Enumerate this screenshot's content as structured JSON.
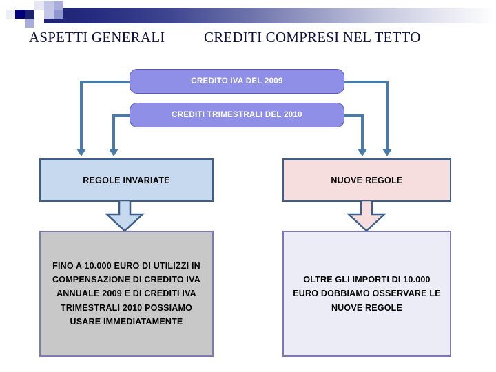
{
  "slide": {
    "title_left": "ASPETTI GENERALI",
    "title_right": "CREDITI COMPRESI NEL TETTO"
  },
  "capsules": [
    {
      "id": "credito-iva-2009",
      "label": "CREDITO IVA DEL 2009"
    },
    {
      "id": "crediti-trimestrali-2010",
      "label": "CREDITI TRIMESTRALI DEL 2010"
    }
  ],
  "mid_boxes": [
    {
      "id": "regole-invariate",
      "label": "REGOLE INVARIATE"
    },
    {
      "id": "nuove-regole",
      "label": "NUOVE REGOLE"
    }
  ],
  "bottom_boxes": [
    {
      "id": "fino-a-10000",
      "label": "FINO A 10.000 EURO DI UTILIZZI IN COMPENSAZIONE DI CREDITO IVA ANNUALE 2009 E DI CREDITI IVA TRIMESTRALI 2010 POSSIAMO USARE IMMEDIATAMENTE"
    },
    {
      "id": "oltre-10000",
      "label": "OLTRE GLI IMPORTI DI 10.000 EURO DOBBIAMO OSSERVARE LE NUOVE REGOLE"
    }
  ],
  "colors": {
    "title_navy": "#0d1040",
    "capsule_fill": "#8f8fe8",
    "capsule_border": "#5b5bb5",
    "connector": "#4a7aa7",
    "mid_left_fill": "#c6d9ee",
    "mid_right_fill": "#f7dede",
    "mid_border": "#3b5f8a",
    "bottom_left_fill": "#c8c8c8",
    "bottom_right_fill": "#eceef6",
    "bottom_border": "#7a7ab4",
    "header_gradient_start": "#1b1f6e",
    "header_gradient_end": "#ffffff"
  }
}
